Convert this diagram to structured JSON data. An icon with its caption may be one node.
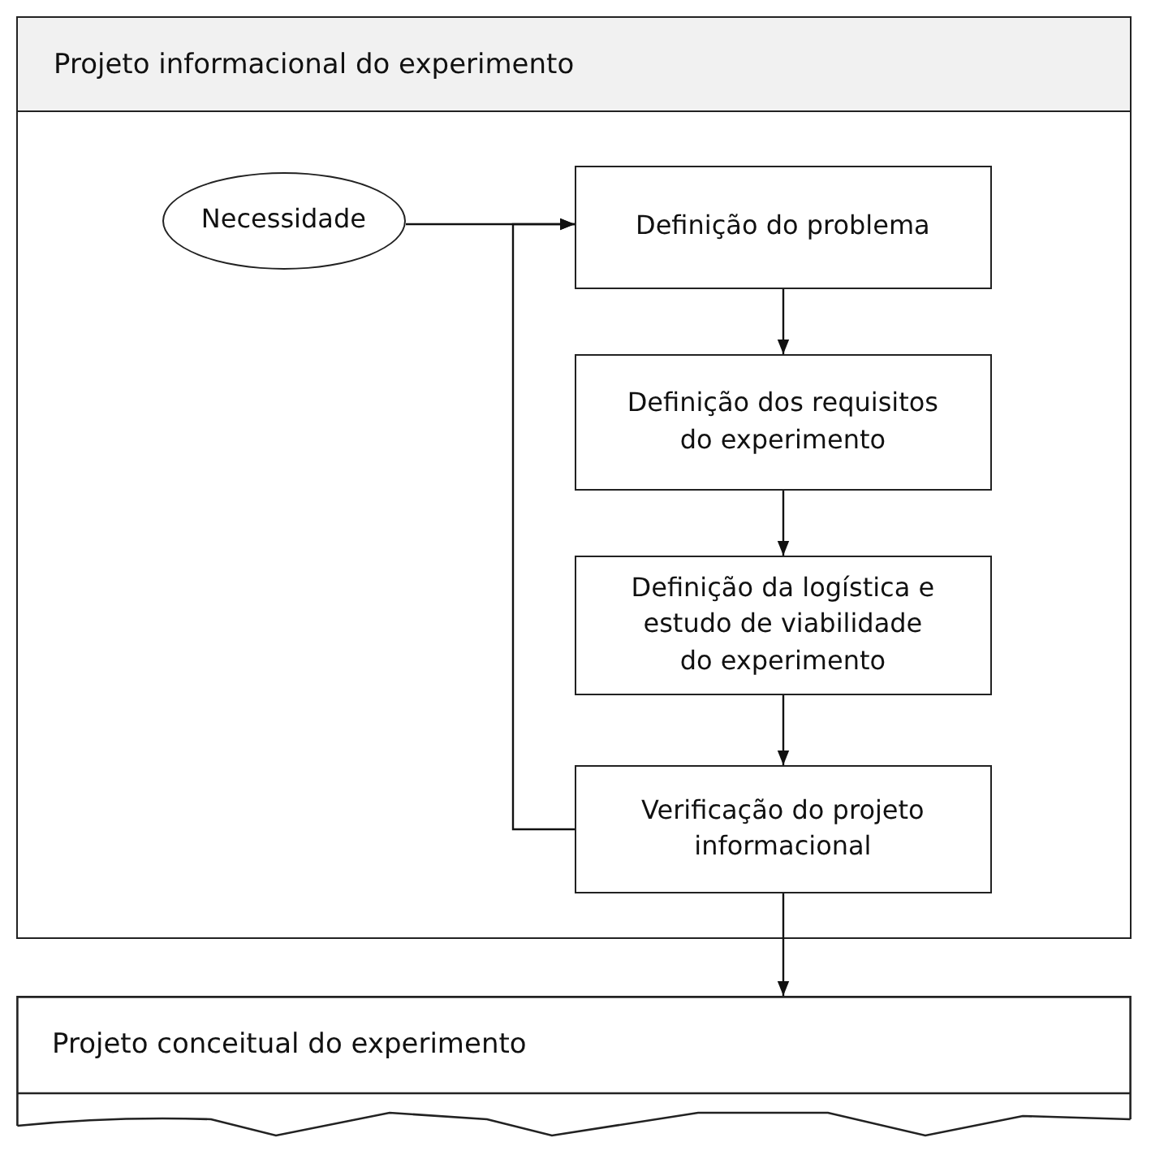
{
  "diagram": {
    "nodes": [
      {
        "text": [
          "Projeto informacional do experimento"
        ]
      },
      {
        "text": [
          "Necessidade"
        ],
        "in": 0
      },
      {
        "text": [
          "Definição do problema"
        ],
        "in": 0
      },
      {
        "text": [
          "Definição dos requisitos do experimento"
        ],
        "in": 0
      },
      {
        "text": [
          "Definição da logística e estudo de viabilidade do experimento"
        ],
        "in": 0
      },
      {
        "text": [
          "Verificação do projeto informacional"
        ],
        "in": 0
      },
      {
        "text": [
          "Projeto conceitual do experimento"
        ]
      }
    ],
    "edges": [
      {
        "from": 1,
        "to": 2,
        "arrow": "to"
      },
      {
        "from": 2,
        "to": 3,
        "arrow": "to"
      },
      {
        "from": 3,
        "to": 4,
        "arrow": "to"
      },
      {
        "from": 4,
        "to": 5,
        "arrow": "to"
      },
      {
        "from": 5,
        "to": 2,
        "arrow": "to"
      },
      {
        "from": 5,
        "to": 6,
        "arrow": "to"
      }
    ]
  }
}
